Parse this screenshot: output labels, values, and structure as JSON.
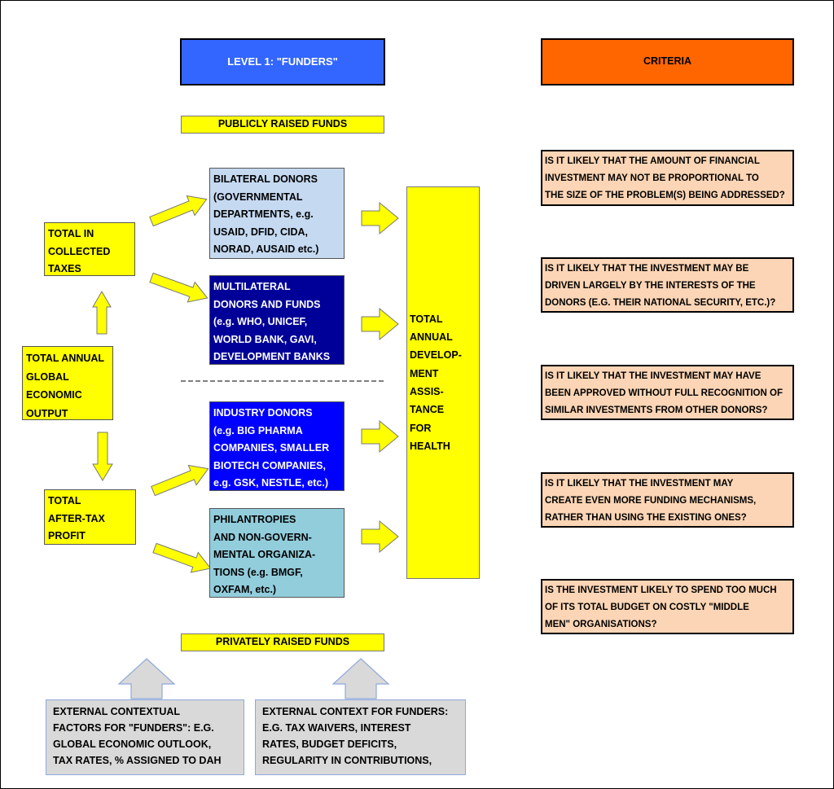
{
  "header": {
    "level_title": "LEVEL 1: \"FUNDERS\"",
    "criteria_title": "CRITERIA"
  },
  "banners": {
    "public": "PUBLICLY RAISED FUNDS",
    "private": "PRIVATELY RAISED FUNDS"
  },
  "sources": {
    "taxes": "TOTAL IN\nCOLLECTED\nTAXES",
    "output": "TOTAL ANNUAL\nGLOBAL\nECONOMIC\nOUTPUT",
    "profit": "TOTAL\nAFTER-TAX\nPROFIT"
  },
  "donors": {
    "bilateral": "BILATERAL DONORS\n(GOVERNMENTAL\nDEPARTMENTS, e.g.\nUSAID, DFID, CIDA,\nNORAD, AUSAID etc.)",
    "multilateral": "MULTILATERAL\nDONORS AND FUNDS\n(e.g. WHO, UNICEF,\nWORLD BANK, GAVI,\nDEVELOPMENT BANKS",
    "industry": "INDUSTRY DONORS\n(e.g. BIG PHARMA\nCOMPANIES, SMALLER\nBIOTECH COMPANIES,\ne.g. GSK, NESTLE, etc.)",
    "philanthropies": "PHILANTROPIES\nAND NON-GOVERN-\nMENTAL ORGANIZA-\nTIONS (e.g. BMGF,\nOXFAM, etc.)"
  },
  "total_dah": "TOTAL\nANNUAL\nDEVELOP-\nMENT\nASSIS-\nTANCE\nFOR\nHEALTH",
  "criteria": [
    "IS IT LIKELY THAT THE AMOUNT OF FINANCIAL\nINVESTMENT MAY NOT BE PROPORTIONAL TO\nTHE SIZE OF THE PROBLEM(S) BEING ADDRESSED?",
    "IS IT LIKELY THAT THE INVESTMENT MAY BE\nDRIVEN LARGELY BY THE INTERESTS OF THE\nDONORS (E.G. THEIR NATIONAL SECURITY, ETC.)?",
    "IS IT LIKELY THAT THE INVESTMENT MAY HAVE\nBEEN APPROVED WITHOUT FULL RECOGNITION OF\nSIMILAR INVESTMENTS FROM OTHER DONORS?",
    "IS IT LIKELY THAT THE INVESTMENT MAY\nCREATE EVEN MORE FUNDING MECHANISMS,\nRATHER THAN USING THE EXISTING ONES?",
    "IS THE INVESTMENT LIKELY TO SPEND TOO MUCH\nOF ITS TOTAL BUDGET ON COSTLY \"MIDDLE\nMEN\" ORGANISATIONS?"
  ],
  "external": {
    "factors": "EXTERNAL CONTEXTUAL\nFACTORS FOR \"FUNDERS\": E.G.\nGLOBAL ECONOMIC OUTLOOK,\nTAX RATES, % ASSIGNED TO DAH",
    "context": "EXTERNAL CONTEXT FOR FUNDERS:\nE.G. TAX WAIVERS, INTEREST\nRATES, BUDGET DEFICITS,\nREGULARITY IN CONTRIBUTIONS,"
  },
  "colors": {
    "level_header": "#3366ff",
    "criteria_header": "#ff6600",
    "yellow": "#ffff00",
    "bilateral": "#c5d9f1",
    "multilateral": "#000099",
    "industry": "#0000ff",
    "philanthropies": "#92cddc",
    "criteria_fill": "#fbd5b5",
    "external_fill": "#d9d9d9"
  }
}
